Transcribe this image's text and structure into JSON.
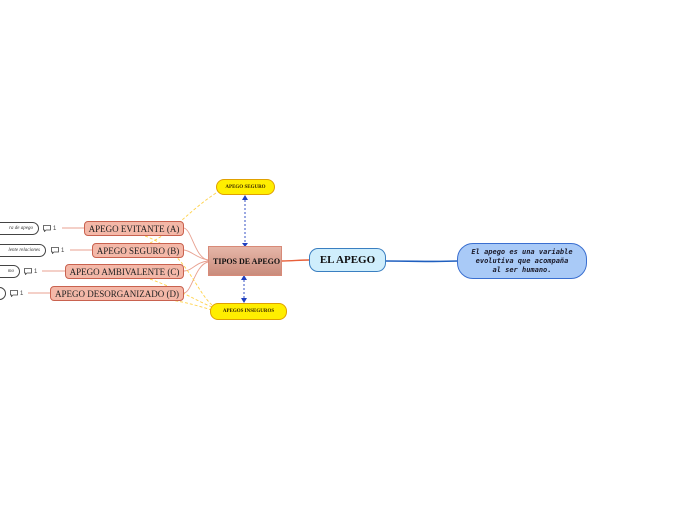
{
  "central": {
    "label": "EL APEGO"
  },
  "note": {
    "text": "El apego es una variable evolutiva que acompaña al ser humano."
  },
  "tipos": {
    "label": "TIPOS DE APEGO"
  },
  "apego_seguro_top": {
    "label": "APEGO SEGURO"
  },
  "apegos_inseguros": {
    "label": "APEGOS INSEGUROS"
  },
  "categories": [
    {
      "label": "APEGO EVITANTE (A)",
      "leaf": "ra de apego",
      "comments": "1"
    },
    {
      "label": "APEGO SEGURO (B)",
      "leaf": "lente relaciones",
      "comments": "1"
    },
    {
      "label": "APEGO AMBIVALENTE (C)",
      "leaf": "mo",
      "comments": "1"
    },
    {
      "label": "APEGO DESORGANIZADO (D)",
      "leaf": "",
      "comments": "1"
    }
  ],
  "colors": {
    "central_fill": "#cfeefc",
    "note_fill": "#a9caf7",
    "tipos_fill": "#d9a294",
    "yellow_fill": "#ffee00",
    "category_fill": "#f4b8a8",
    "link_blue": "#1f5fbf",
    "link_orange": "#e8603a"
  }
}
